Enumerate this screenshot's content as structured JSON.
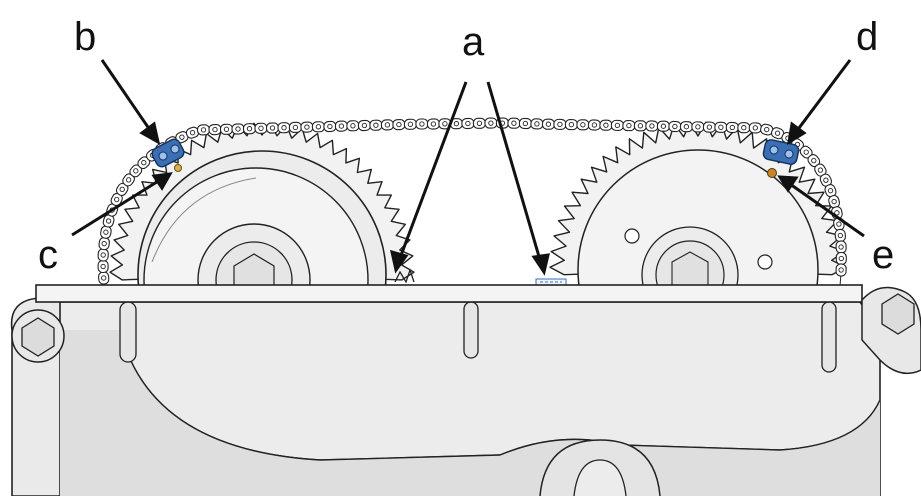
{
  "labels": {
    "a": "a",
    "b": "b",
    "c": "c",
    "d": "d",
    "e": "e"
  },
  "colors": {
    "metal_fill": "#eeeeee",
    "metal_shade": "#d9d9d9",
    "line": "#222222",
    "marked_link": "#3a6fb5",
    "timing_dot": "#c8862a",
    "timing_dot_left": "#d8b24a"
  }
}
